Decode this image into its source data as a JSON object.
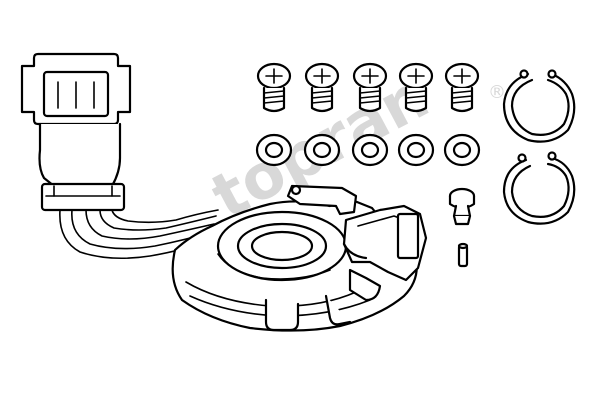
{
  "watermark": {
    "text": "topran",
    "mark": "®",
    "color": "#b9b9b9"
  },
  "line_color": "#000000",
  "background": "#ffffff",
  "parts": [
    "connector-plug",
    "wiring-harness",
    "pickup-sensor-assembly",
    "mounting-screw",
    "washer",
    "circlip",
    "locating-pin",
    "small-pin"
  ],
  "counts": {
    "screws": 5,
    "washers": 5,
    "circlips": 2
  }
}
